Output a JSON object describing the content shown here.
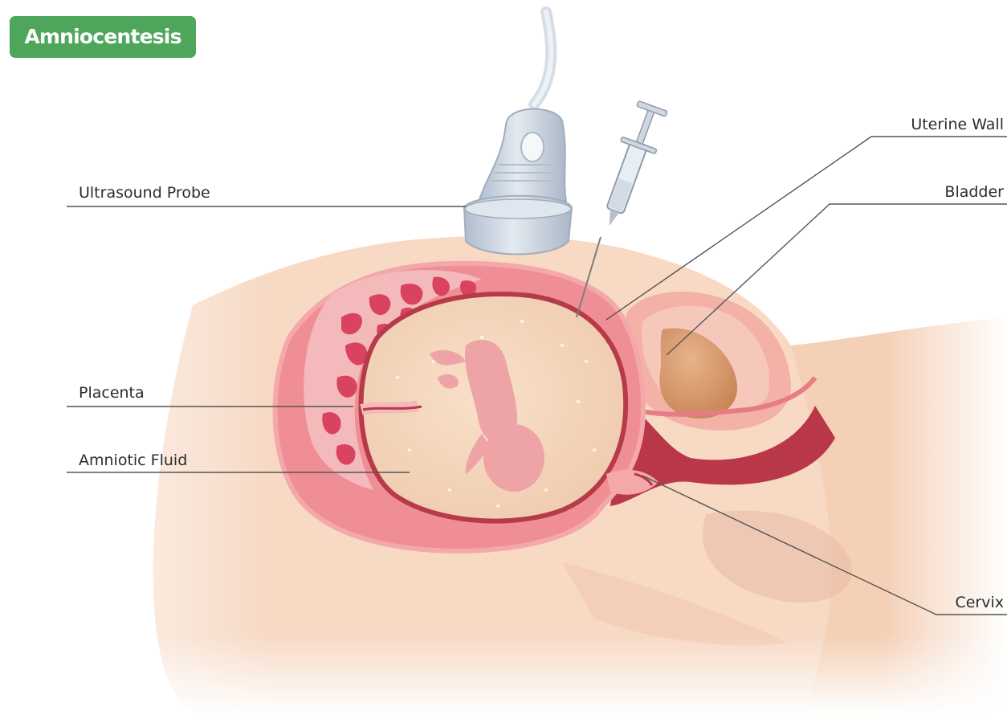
{
  "title": "Amniocentesis",
  "labels": {
    "ultrasound_probe": "Ultrasound Probe",
    "placenta": "Placenta",
    "amniotic_fluid": "Amniotic Fluid",
    "uterine_wall": "Uterine Wall",
    "bladder": "Bladder",
    "cervix": "Cervix"
  },
  "colors": {
    "title_badge": "#4da65a",
    "skin": "#f6d7c1",
    "uterus": "#ef8f95",
    "uterine_wall_line": "#b73a4a",
    "placenta": "#d9435f",
    "amniotic_fluid": "#f3d4bc",
    "fetus": "#eea4a6",
    "bladder": "#d9996a",
    "probe": "#c9d2de"
  }
}
